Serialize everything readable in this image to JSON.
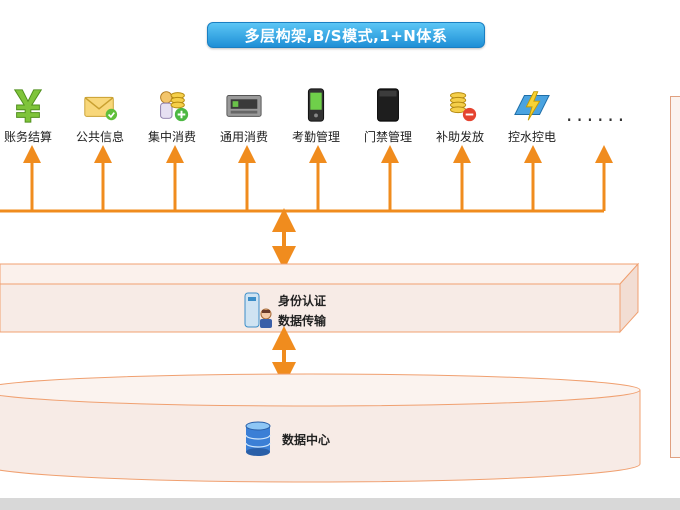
{
  "title": "多层构架,B/S模式,1+N体系",
  "modules": [
    {
      "label": "账务结算",
      "icon": "yen-icon"
    },
    {
      "label": "公共信息",
      "icon": "envelope-icon"
    },
    {
      "label": "集中消费",
      "icon": "coins-add-icon"
    },
    {
      "label": "通用消费",
      "icon": "pos-terminal-icon"
    },
    {
      "label": "考勤管理",
      "icon": "phone-terminal-icon"
    },
    {
      "label": "门禁管理",
      "icon": "access-reader-icon"
    },
    {
      "label": "补助发放",
      "icon": "coins-remove-icon"
    },
    {
      "label": "控水控电",
      "icon": "lightning-icon"
    }
  ],
  "ellipsis": "......",
  "middle_layer": {
    "line1": "身份认证",
    "line2": "数据传输"
  },
  "data_center": {
    "label": "数据中心"
  },
  "colors": {
    "accent": "#f08c1e",
    "layer_fill": "#f7ebe6",
    "layer_border": "#f0a070"
  }
}
